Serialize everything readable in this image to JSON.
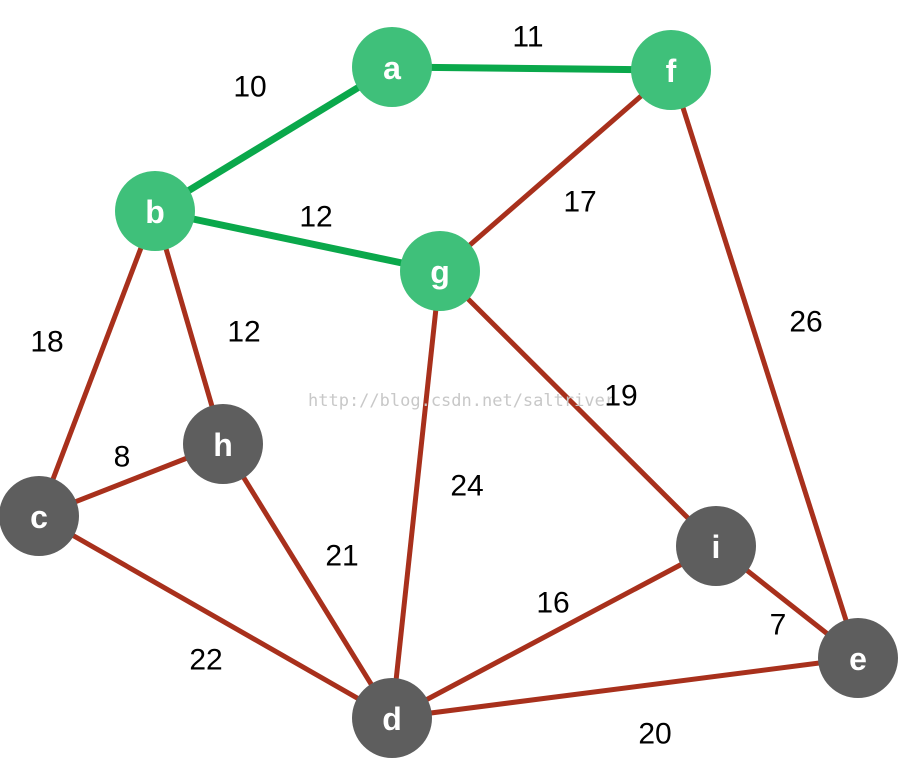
{
  "colors": {
    "selected_node": "#3fc07a",
    "other_node": "#5e5e5e",
    "selected_edge": "#0aa84b",
    "other_edge": "#a8301c"
  },
  "watermark": "http://blog.csdn.net/saltriver",
  "nodes": [
    {
      "id": "a",
      "label": "a",
      "selected": true
    },
    {
      "id": "f",
      "label": "f",
      "selected": true
    },
    {
      "id": "b",
      "label": "b",
      "selected": true
    },
    {
      "id": "g",
      "label": "g",
      "selected": true
    },
    {
      "id": "h",
      "label": "h",
      "selected": false
    },
    {
      "id": "c",
      "label": "c",
      "selected": false
    },
    {
      "id": "i",
      "label": "i",
      "selected": false
    },
    {
      "id": "e",
      "label": "e",
      "selected": false
    },
    {
      "id": "d",
      "label": "d",
      "selected": false
    }
  ],
  "edges": [
    {
      "from": "b",
      "to": "a",
      "weight": "10",
      "selected": true
    },
    {
      "from": "a",
      "to": "f",
      "weight": "11",
      "selected": true
    },
    {
      "from": "b",
      "to": "g",
      "weight": "12",
      "selected": true
    },
    {
      "from": "g",
      "to": "f",
      "weight": "17",
      "selected": false
    },
    {
      "from": "f",
      "to": "e",
      "weight": "26",
      "selected": false
    },
    {
      "from": "b",
      "to": "c",
      "weight": "18",
      "selected": false
    },
    {
      "from": "b",
      "to": "h",
      "weight": "12",
      "selected": false
    },
    {
      "from": "c",
      "to": "h",
      "weight": "8",
      "selected": false
    },
    {
      "from": "g",
      "to": "i",
      "weight": "19",
      "selected": false
    },
    {
      "from": "g",
      "to": "d",
      "weight": "24",
      "selected": false
    },
    {
      "from": "h",
      "to": "d",
      "weight": "21",
      "selected": false
    },
    {
      "from": "c",
      "to": "d",
      "weight": "22",
      "selected": false
    },
    {
      "from": "i",
      "to": "d",
      "weight": "16",
      "selected": false
    },
    {
      "from": "i",
      "to": "e",
      "weight": "7",
      "selected": false
    },
    {
      "from": "d",
      "to": "e",
      "weight": "20",
      "selected": false
    }
  ]
}
